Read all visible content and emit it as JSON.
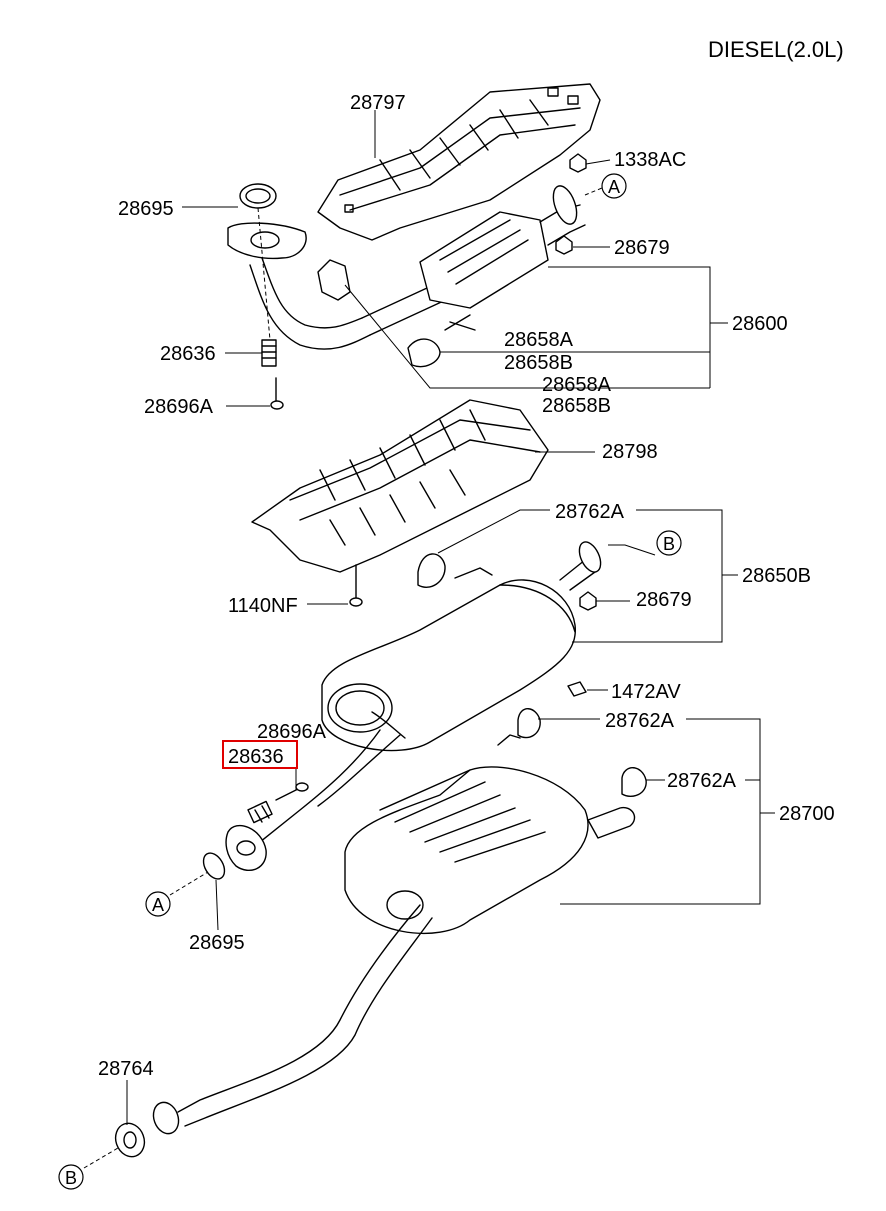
{
  "title": "DIESEL(2.0L)",
  "labels": {
    "p28797": "28797",
    "p1338AC": "1338AC",
    "p28695_top": "28695",
    "p28679_top": "28679",
    "p28600": "28600",
    "p28636_top": "28636",
    "p28658A_1": "28658A",
    "p28658B_1": "28658B",
    "p28658A_2": "28658A",
    "p28658B_2": "28658B",
    "p28696A_top": "28696A",
    "p28798": "28798",
    "p28762A_mid": "28762A",
    "p28650B": "28650B",
    "p28679_mid": "28679",
    "p1140NF": "1140NF",
    "p1472AV": "1472AV",
    "p28696A_mid": "28696A",
    "p28636_mid": "28636",
    "p28762A_r1": "28762A",
    "p28762A_r2": "28762A",
    "p28700": "28700",
    "p28695_bot": "28695",
    "p28764": "28764"
  },
  "refs": {
    "a_top": "A",
    "a_bot": "A",
    "b_mid": "B",
    "b_bot": "B"
  },
  "highlight_color": "#e00000"
}
